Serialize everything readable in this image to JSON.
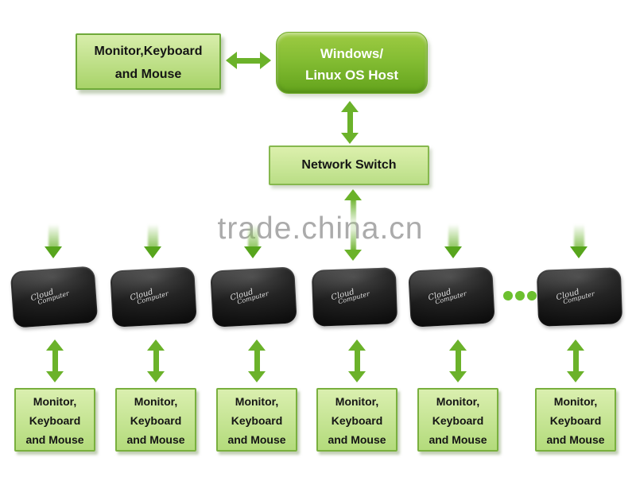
{
  "watermark": {
    "text": "trade.china.cn",
    "color": "#ababab"
  },
  "top_peripheral": {
    "lines": [
      "Monitor,Keyboard",
      "and Mouse"
    ]
  },
  "host": {
    "lines": [
      "Windows/",
      "Linux OS Host"
    ]
  },
  "network_switch": {
    "label": "Network Switch"
  },
  "devices": {
    "logo_lines": [
      "Cloud",
      "Computer"
    ],
    "visible_count": 6,
    "more_indicator_dots": 3
  },
  "client_box": {
    "lines": [
      "Monitor,",
      "Keyboard",
      "and Mouse"
    ],
    "count": 6
  },
  "colors": {
    "background": "#ffffff",
    "arrow_green": "#6bb22a",
    "arrowhead_dark_green": "#57a51c",
    "host_box_top": "#9ecb43",
    "host_box_bottom": "#63a31c",
    "light_box_top": "#d8eeab",
    "light_box_bottom": "#a8d369",
    "switch_box_top": "#dcf0ad",
    "switch_box_bottom": "#bade86",
    "box_border_green": "#6fa93a",
    "device_black": "#141414",
    "dots_green": "#6cc02f",
    "watermark_gray": "#ababab"
  }
}
